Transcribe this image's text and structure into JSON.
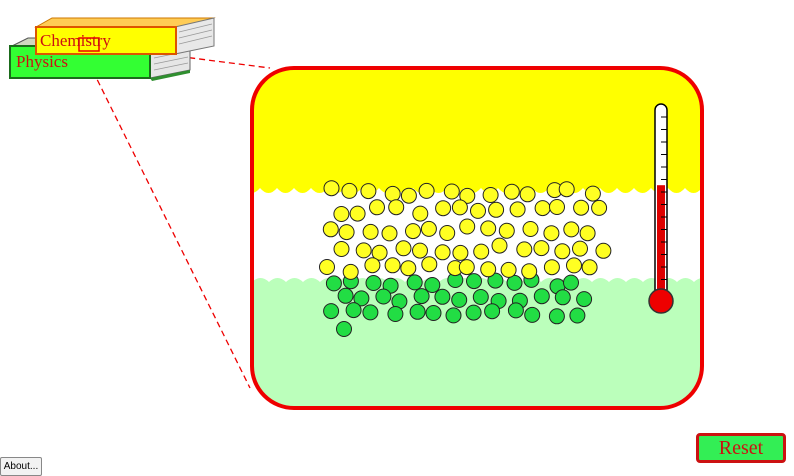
{
  "books": {
    "chemistry_label": "Chemistry",
    "physics_label": "Physics"
  },
  "buttons": {
    "reset_label": "Reset",
    "about_label": "About..."
  },
  "simulation": {
    "top_phase_color": "#ffff00",
    "bottom_phase_color": "#bbffbb",
    "container_border_color": "#ee0000",
    "yellow_particle_color": "#ffff22",
    "green_particle_color": "#22dd44",
    "thermometer_fluid_color": "#dd0000",
    "thermometer_level": 0.6,
    "yellow_particle_count": 70,
    "green_particle_count": 40
  },
  "colors": {
    "accent_red": "#cc1111",
    "reset_bg": "#33ee55",
    "physics_book": "#33ff33",
    "chemistry_book": "#ffff00"
  }
}
